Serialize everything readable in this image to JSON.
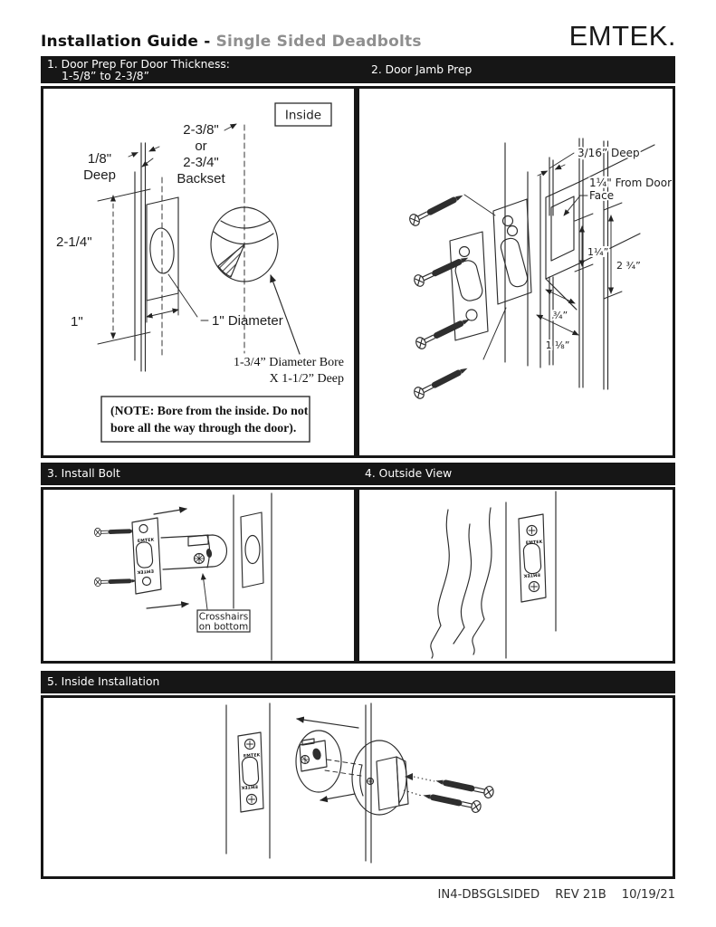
{
  "header": {
    "title_prefix": "Installation Guide - ",
    "title_product": "Single Sided Deadbolts",
    "brand": "EMTEK."
  },
  "colors": {
    "bar_bg": "#161616",
    "title_gray": "#8f8f8f"
  },
  "panel1": {
    "header_line1": "1. Door Prep For Door Thickness:",
    "header_line2": "1-5/8” to 2-3/8”",
    "inside": "Inside",
    "backset_line1": "2-3/8\"",
    "backset_line2": "or",
    "backset_line3": "2-3/4\"",
    "backset_line4": "Backset",
    "deep_line1": "1/8\"",
    "deep_line2": "Deep",
    "dim_height": "2-1/4\"",
    "dim_width": "1\"",
    "diameter": "1\" Diameter",
    "bore_line1": "1-3/4” Diameter Bore",
    "bore_line2": "X 1-1/2” Deep",
    "note_line1": "(NOTE: Bore from the inside. Do not",
    "note_line2": "bore all the way through the door)."
  },
  "panel2": {
    "header": "2. Door Jamb Prep",
    "deep": "3/16” Deep",
    "from_door_line1": "1¼\" From Door",
    "from_door_line2": "Face",
    "dim_1_14": "1¼”",
    "dim_2_34": "2 ¾”",
    "dim_3_4": "¾”",
    "dim_1_18": "1 ⅛”"
  },
  "panel3": {
    "header": "3. Install Bolt",
    "callout_line1": "Crosshairs",
    "callout_line2": "on bottom",
    "plate_brand": "EMTEK"
  },
  "panel4": {
    "header": "4. Outside View",
    "plate_brand": "EMTEK"
  },
  "panel5": {
    "header": "5. Inside Installation",
    "plate_brand": "EMTEK"
  },
  "footer": {
    "doc_id": "IN4-DBSGLSIDED",
    "rev": "REV 21B",
    "date": "10/19/21"
  }
}
